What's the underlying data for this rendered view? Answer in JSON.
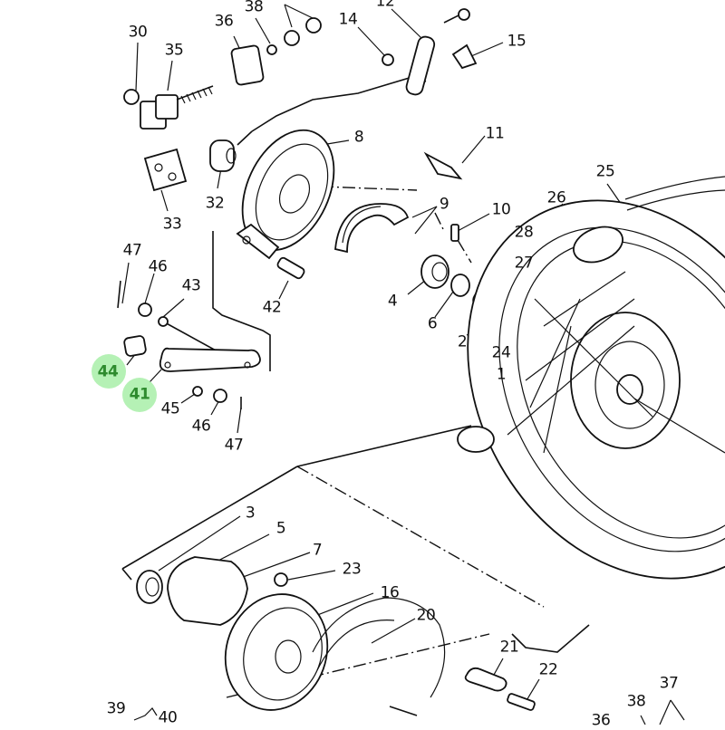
{
  "diagram": {
    "title": "Rear wheel exploded parts diagram",
    "highlight_color": "#a8eea8",
    "highlighted_parts": [
      "44",
      "41"
    ],
    "callouts": [
      {
        "id": "30",
        "label": "30"
      },
      {
        "id": "35",
        "label": "35"
      },
      {
        "id": "36",
        "label": "36"
      },
      {
        "id": "38a",
        "label": "38"
      },
      {
        "id": "14",
        "label": "14"
      },
      {
        "id": "12",
        "label": "12"
      },
      {
        "id": "15",
        "label": "15"
      },
      {
        "id": "8",
        "label": "8"
      },
      {
        "id": "11",
        "label": "11"
      },
      {
        "id": "32",
        "label": "32"
      },
      {
        "id": "33",
        "label": "33"
      },
      {
        "id": "9",
        "label": "9"
      },
      {
        "id": "10",
        "label": "10"
      },
      {
        "id": "25",
        "label": "25"
      },
      {
        "id": "26",
        "label": "26"
      },
      {
        "id": "28",
        "label": "28"
      },
      {
        "id": "27",
        "label": "27"
      },
      {
        "id": "47a",
        "label": "47"
      },
      {
        "id": "46a",
        "label": "46"
      },
      {
        "id": "43",
        "label": "43"
      },
      {
        "id": "42",
        "label": "42"
      },
      {
        "id": "4",
        "label": "4"
      },
      {
        "id": "6",
        "label": "6"
      },
      {
        "id": "2",
        "label": "2"
      },
      {
        "id": "24",
        "label": "24"
      },
      {
        "id": "1",
        "label": "1"
      },
      {
        "id": "44",
        "label": "44"
      },
      {
        "id": "41",
        "label": "41"
      },
      {
        "id": "45",
        "label": "45"
      },
      {
        "id": "46b",
        "label": "46"
      },
      {
        "id": "47b",
        "label": "47"
      },
      {
        "id": "3",
        "label": "3"
      },
      {
        "id": "5",
        "label": "5"
      },
      {
        "id": "7",
        "label": "7"
      },
      {
        "id": "23",
        "label": "23"
      },
      {
        "id": "16",
        "label": "16"
      },
      {
        "id": "20",
        "label": "20"
      },
      {
        "id": "21",
        "label": "21"
      },
      {
        "id": "22",
        "label": "22"
      },
      {
        "id": "37",
        "label": "37"
      },
      {
        "id": "38b",
        "label": "38"
      },
      {
        "id": "36b",
        "label": "36"
      },
      {
        "id": "39",
        "label": "39"
      },
      {
        "id": "40",
        "label": "40"
      }
    ]
  }
}
